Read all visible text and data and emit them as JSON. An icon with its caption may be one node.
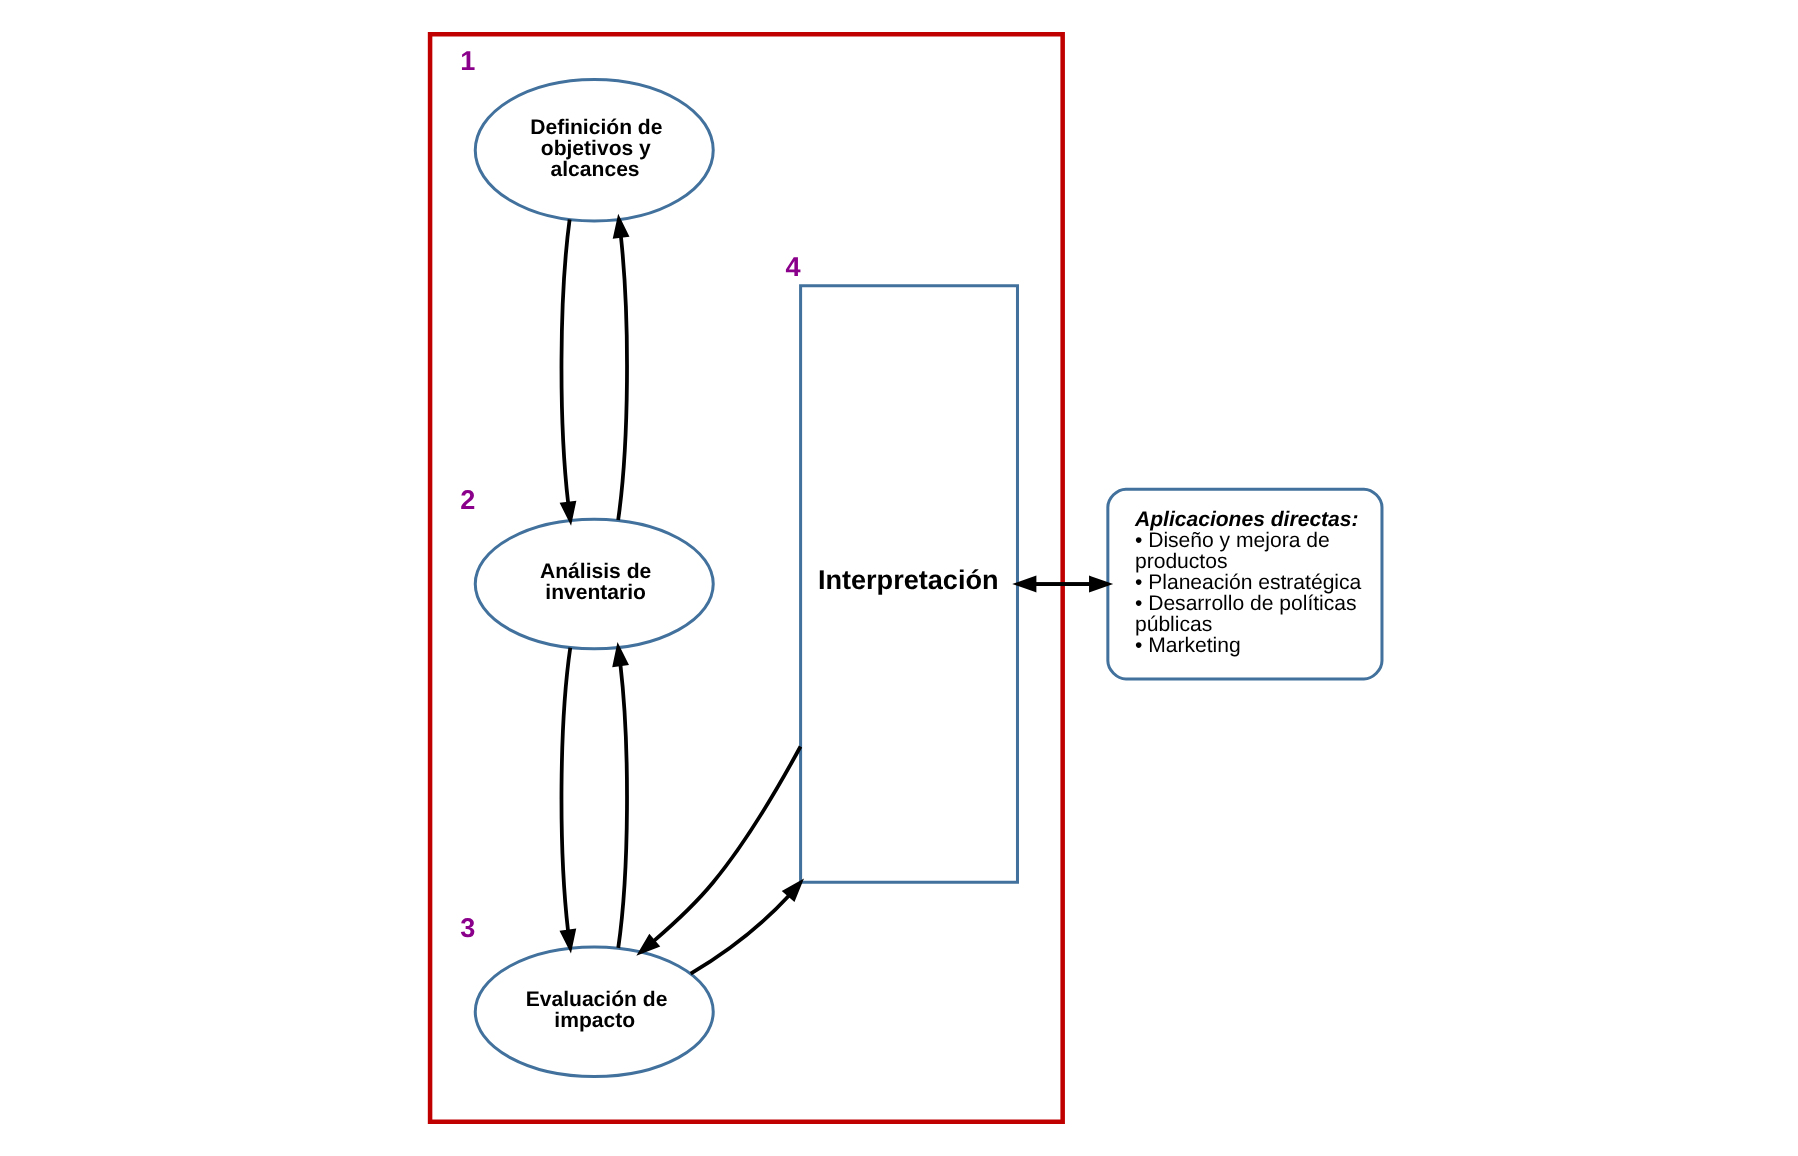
{
  "diagram": {
    "nodes": [
      {
        "text": [],
        "shape": "box"
      },
      {
        "text": [
          "Definición de objetivos y alcances"
        ],
        "in": 0,
        "beside": [
          "1"
        ]
      },
      {
        "text": [
          "Análisis de inventario"
        ],
        "in": 0,
        "beside": [
          "2"
        ]
      },
      {
        "text": [
          "Evaluación de impacto"
        ],
        "in": 0,
        "beside": [
          "3"
        ]
      },
      {
        "text": [
          "Interpretación"
        ],
        "in": 0,
        "beside": [
          "4"
        ]
      },
      {
        "text": [
          "Aplicaciones directas:",
          "• Diseño y mejora de productos",
          "• Planeación estratégica",
          "• Desarrollo de políticas públicas",
          "• Marketing"
        ]
      }
    ],
    "edges": [
      {
        "from": 1,
        "to": 2,
        "arrow": "to"
      },
      {
        "from": 2,
        "to": 1,
        "arrow": "to"
      },
      {
        "from": 2,
        "to": 3,
        "arrow": "to"
      },
      {
        "from": 3,
        "to": 2,
        "arrow": "to"
      },
      {
        "from": 3,
        "to": 4,
        "arrow": "to"
      },
      {
        "from": 4,
        "to": 3,
        "arrow": "to"
      },
      {
        "from": 4,
        "to": 5,
        "arrow": "to"
      },
      {
        "from": 5,
        "to": 4,
        "arrow": "to"
      }
    ]
  }
}
